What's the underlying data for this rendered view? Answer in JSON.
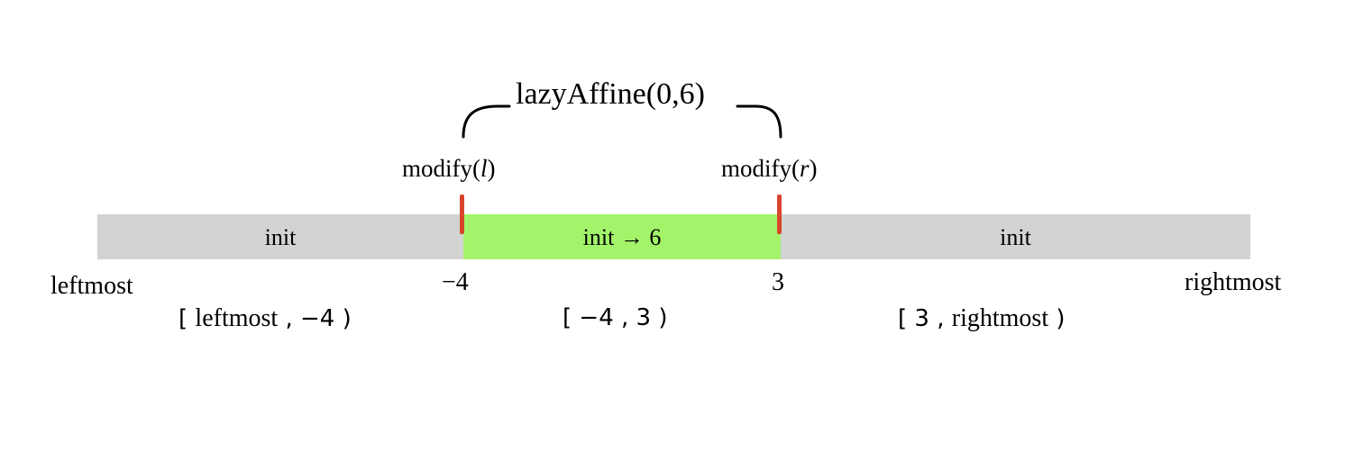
{
  "colors": {
    "init_segment": "#d3d3d3",
    "modified_segment": "#a3f46a",
    "marker": "#d9442c"
  },
  "affine": {
    "label": "lazyAffine(0,6)"
  },
  "operations": {
    "left": {
      "text": "modify(",
      "var": "l",
      "close": ")"
    },
    "right": {
      "text": "modify(",
      "var": "r",
      "close": ")"
    }
  },
  "segments": {
    "left": {
      "label": "init"
    },
    "middle": {
      "label": "init → 6"
    },
    "right": {
      "label": "init"
    }
  },
  "endpoints": {
    "leftmost": "leftmost",
    "l_value": "−4",
    "r_value": "3",
    "rightmost": "rightmost"
  },
  "intervals": {
    "left": {
      "open": "[",
      "a": "leftmost",
      "sep": ",",
      "b": "−4",
      "close": ")"
    },
    "middle": {
      "open": "[",
      "a": "−4",
      "sep": ",",
      "b": "3",
      "close": ")"
    },
    "right": {
      "open": "[",
      "a": "3",
      "sep": ",",
      "b": "rightmost",
      "close": ")"
    }
  }
}
